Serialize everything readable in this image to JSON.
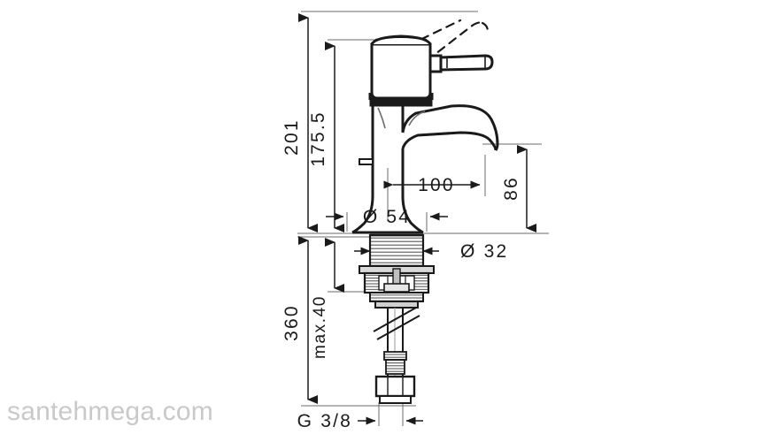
{
  "document": {
    "title": "Bathroom Mixer Tap Technical Dimension Drawing",
    "type": "engineering-dimension-drawing",
    "background_color": "#ffffff",
    "line_color": "#1a1a1a"
  },
  "watermark": {
    "text": "santehmega.com",
    "color": "#c9c9c9"
  },
  "dimensions": {
    "overall_height": {
      "label": "201",
      "orientation": "vertical",
      "position": "left",
      "unit": "mm"
    },
    "body_height": {
      "label": "175.5",
      "orientation": "vertical",
      "position": "left",
      "unit": "mm"
    },
    "total_length": {
      "label": "360",
      "orientation": "vertical",
      "position": "left",
      "unit": "mm"
    },
    "max_thickness": {
      "label": "max.40",
      "orientation": "vertical",
      "position": "left",
      "unit": "mm"
    },
    "spout_reach": {
      "label": "100",
      "orientation": "horizontal",
      "position": "center",
      "unit": "mm"
    },
    "spout_height": {
      "label": "86",
      "orientation": "vertical",
      "position": "right",
      "unit": "mm"
    },
    "base_diameter": {
      "label": "Ø 54",
      "orientation": "horizontal",
      "position": "base",
      "unit": "mm"
    },
    "shank_diameter": {
      "label": "Ø 32",
      "orientation": "horizontal",
      "position": "shank",
      "unit": "mm"
    },
    "connection_thread": {
      "label": "G 3/8",
      "orientation": "horizontal",
      "position": "bottom",
      "unit": "inch-thread"
    }
  },
  "parts": [
    {
      "name": "lever-handle",
      "description": "Single lever handle shown in closed and raised (dashed) positions"
    },
    {
      "name": "cartridge-housing",
      "description": "Cylindrical cartridge housing below handle"
    },
    {
      "name": "spout",
      "description": "Curved swan-neck spout with rounded outlet nose"
    },
    {
      "name": "pop-up-lift-rod",
      "description": "Small pop-up waste lift rod on left rear of body"
    },
    {
      "name": "body-base",
      "description": "Flared conical base, diameter 54 mm"
    },
    {
      "name": "threaded-shank",
      "description": "Threaded mounting shank, diameter 32 mm"
    },
    {
      "name": "mounting-nut",
      "description": "Under-counter mounting nut and washer assembly"
    },
    {
      "name": "flexible-hose",
      "description": "Flexible connection hose running down to supply fitting"
    },
    {
      "name": "hex-connector",
      "description": "Hexagonal G 3/8 connection nut at hose end"
    }
  ]
}
